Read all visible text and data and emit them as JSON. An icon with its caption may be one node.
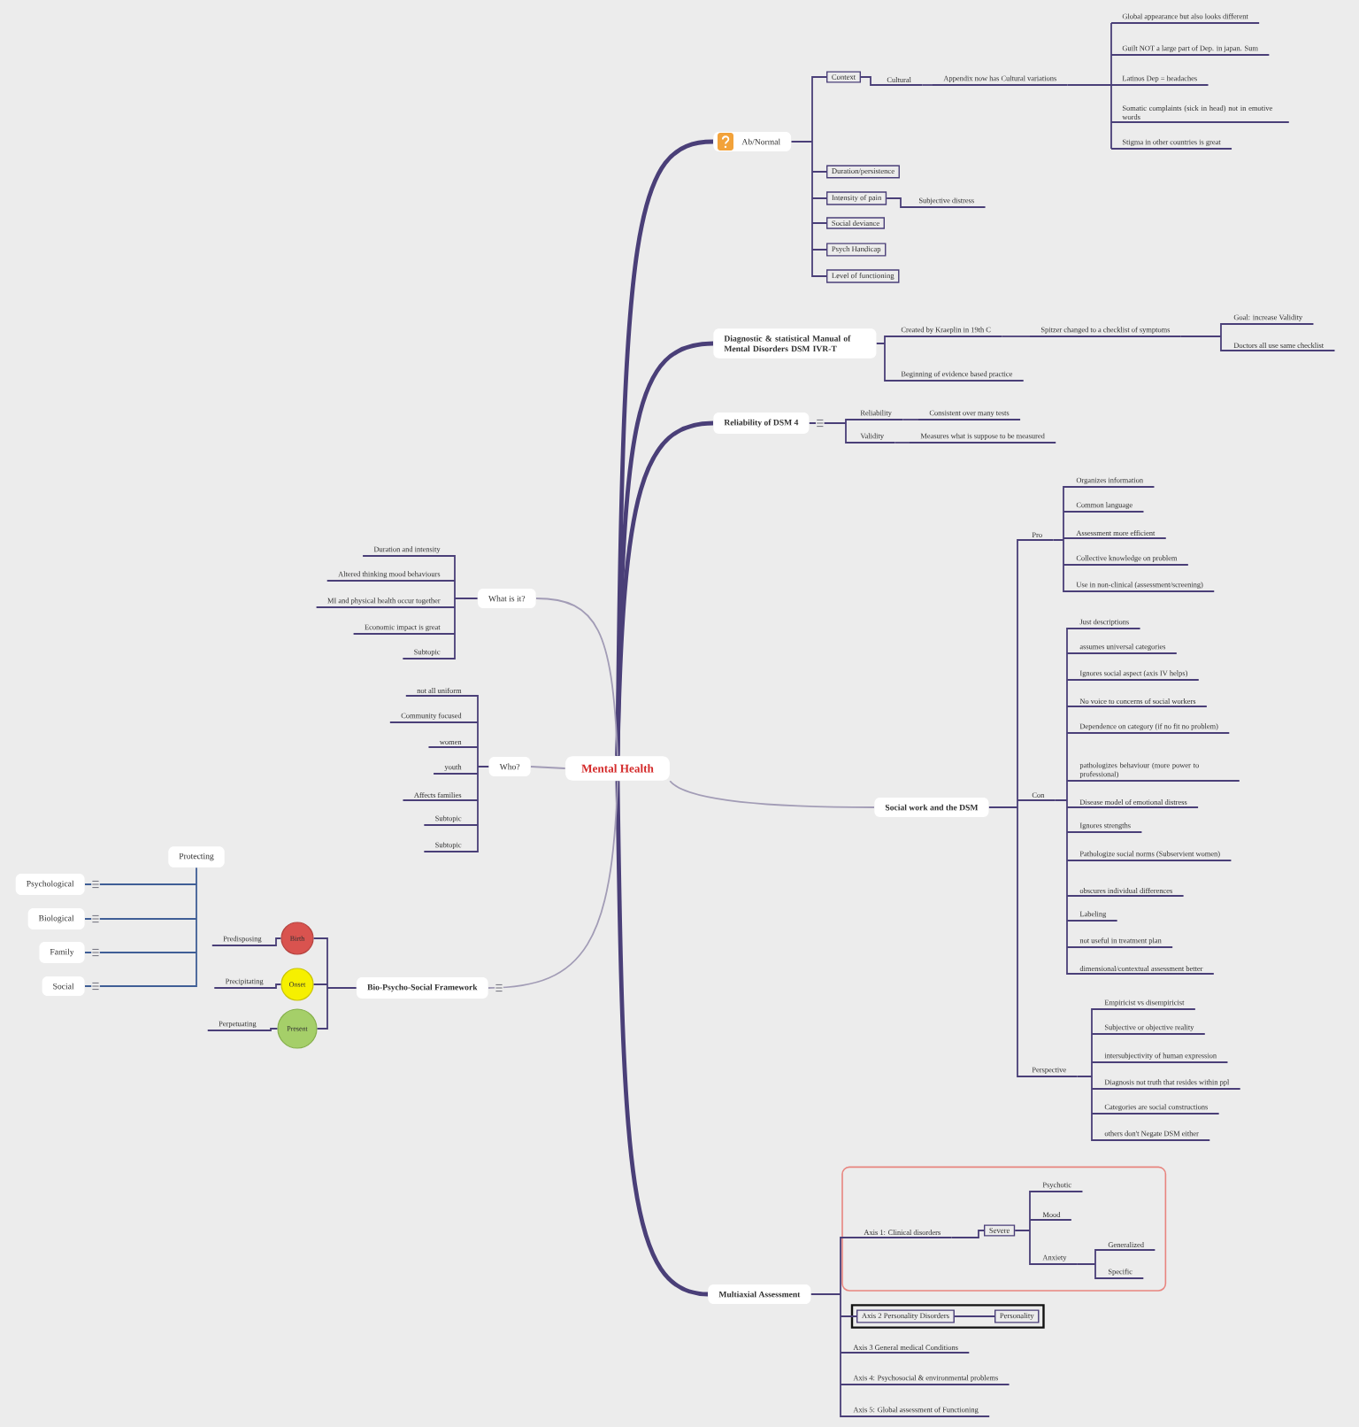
{
  "diagram": {
    "nodes": [
      {
        "text": [
          "Mental Health"
        ]
      },
      {
        "text": [
          "Ab/Normal"
        ]
      },
      {
        "text": [
          "Context"
        ]
      },
      {
        "text": [
          "Cultural"
        ]
      },
      {
        "text": [
          "Appendix now has Cultural variations"
        ]
      },
      {
        "text": [
          "Global appearance but also looks different"
        ]
      },
      {
        "text": [
          "Guilt NOT a large part of Dep. in japan. Sum"
        ]
      },
      {
        "text": [
          "Latinos Dep = headaches"
        ]
      },
      {
        "text": [
          "Somatic complaints (sick in head) not in emotive words"
        ]
      },
      {
        "text": [
          "Stigma in other countries is great"
        ]
      },
      {
        "text": [
          "Duration/persistence"
        ]
      },
      {
        "text": [
          "Intensity of pain"
        ]
      },
      {
        "text": [
          "Subjective distress"
        ]
      },
      {
        "text": [
          "Social deviance"
        ]
      },
      {
        "text": [
          "Psych Handicap"
        ]
      },
      {
        "text": [
          "Level of functioning"
        ]
      },
      {
        "text": [
          "Diagnostic & statistical Manual of Mental Disorders DSM IVR-T"
        ]
      },
      {
        "text": [
          "Created by Kraeplin in 19th C"
        ]
      },
      {
        "text": [
          "Spitzer changed to a checklist of symptoms"
        ]
      },
      {
        "text": [
          "Goal: increase Validity"
        ]
      },
      {
        "text": [
          "Doctors all use same checklist"
        ]
      },
      {
        "text": [
          "Beginning of evidence based practice"
        ]
      },
      {
        "text": [
          "Reliability of DSM 4"
        ]
      },
      {
        "text": [
          "Reliability"
        ]
      },
      {
        "text": [
          "Consistent over many tests"
        ]
      },
      {
        "text": [
          "Validity"
        ]
      },
      {
        "text": [
          "Measures what is suppose to be measured"
        ]
      },
      {
        "text": [
          "Social work and the DSM"
        ]
      },
      {
        "text": [
          "Pro"
        ]
      },
      {
        "text": [
          "Organizes information"
        ]
      },
      {
        "text": [
          "Common language"
        ]
      },
      {
        "text": [
          "Assessment more efficient"
        ]
      },
      {
        "text": [
          "Collective knowledge on problem"
        ]
      },
      {
        "text": [
          "Use in non-clinical (assessment/screening)"
        ]
      },
      {
        "text": [
          "Con"
        ]
      },
      {
        "text": [
          "Just descriptions"
        ]
      },
      {
        "text": [
          "assumes universal categories"
        ]
      },
      {
        "text": [
          "Ignores social aspect (axis IV helps)"
        ]
      },
      {
        "text": [
          "No voice to concerns of social workers"
        ]
      },
      {
        "text": [
          "Dependence on category (if no fit no problem)"
        ]
      },
      {
        "text": [
          "pathologizes behaviour (more power to professional)"
        ]
      },
      {
        "text": [
          "Disease model of emotional distress"
        ]
      },
      {
        "text": [
          "Ignores strengths"
        ]
      },
      {
        "text": [
          "Pathologize social norms (Subservient women)"
        ]
      },
      {
        "text": [
          "obscures individual differences"
        ]
      },
      {
        "text": [
          "Labeling"
        ]
      },
      {
        "text": [
          "not useful in treatment plan"
        ]
      },
      {
        "text": [
          "dimensional/contextual assessment better"
        ]
      },
      {
        "text": [
          "Perspective"
        ]
      },
      {
        "text": [
          "Empiricist vs disempiricist"
        ]
      },
      {
        "text": [
          "Subjective or objective reality"
        ]
      },
      {
        "text": [
          "intersubjectivity of human expression"
        ]
      },
      {
        "text": [
          "Diagnosis not truth that resides within ppl"
        ]
      },
      {
        "text": [
          "Categories are social constructions"
        ]
      },
      {
        "text": [
          "others don't Negate DSM either"
        ]
      },
      {
        "text": [
          "Multiaxial Assessment"
        ]
      },
      {
        "text": [],
        "shape": "box"
      },
      {
        "text": [
          "Axis 1: Clinical disorders"
        ],
        "in": 56
      },
      {
        "text": [
          "Severe"
        ],
        "in": 56
      },
      {
        "text": [
          "Psychotic"
        ],
        "in": 56
      },
      {
        "text": [
          "Mood"
        ],
        "in": 56
      },
      {
        "text": [
          "Anxiety"
        ],
        "in": 56
      },
      {
        "text": [
          "Generalized"
        ],
        "in": 56
      },
      {
        "text": [
          "Specific"
        ],
        "in": 56
      },
      {
        "text": [],
        "shape": "box"
      },
      {
        "text": [
          "Axis 2 Personality Disorders"
        ],
        "in": 64
      },
      {
        "text": [
          "Personality"
        ],
        "in": 64
      },
      {
        "text": [
          "Axis 3 General medical Conditions"
        ]
      },
      {
        "text": [
          "Axis 4: Psychosocial & environmental problems"
        ]
      },
      {
        "text": [
          "Axis 5: Global assessment of Functioning"
        ]
      },
      {
        "text": [
          "What is it?"
        ]
      },
      {
        "text": [
          "Duration and intensity"
        ]
      },
      {
        "text": [
          "Altered thinking mood behaviours"
        ]
      },
      {
        "text": [
          "MI and physical health occur together"
        ]
      },
      {
        "text": [
          "Economic impact is great"
        ]
      },
      {
        "text": [
          "Subtopic"
        ]
      },
      {
        "text": [
          "Who?"
        ]
      },
      {
        "text": [
          "not all uniform"
        ]
      },
      {
        "text": [
          "Community focused"
        ]
      },
      {
        "text": [
          "women"
        ]
      },
      {
        "text": [
          "youth"
        ]
      },
      {
        "text": [
          "Affects families"
        ]
      },
      {
        "text": [
          "Subtopic"
        ]
      },
      {
        "text": [
          "Subtopic"
        ]
      },
      {
        "text": [
          "Bio-Psycho-Social Framework"
        ]
      },
      {
        "text": [
          "Birth"
        ]
      },
      {
        "text": [
          "Predisposing"
        ]
      },
      {
        "text": [
          "Onset"
        ]
      },
      {
        "text": [
          "Precipitating"
        ]
      },
      {
        "text": [
          "Present"
        ]
      },
      {
        "text": [
          "Perpetuating"
        ]
      },
      {
        "text": [
          "Protecting"
        ]
      },
      {
        "text": [
          "Psychological"
        ]
      },
      {
        "text": [
          "Biological"
        ]
      },
      {
        "text": [
          "Family"
        ]
      },
      {
        "text": [
          "Social"
        ]
      }
    ],
    "edges": [
      {
        "from": 0,
        "to": 1,
        "arrow": "none",
        "style": "thick"
      },
      {
        "from": 0,
        "to": 16,
        "arrow": "none",
        "style": "thick"
      },
      {
        "from": 0,
        "to": 22,
        "arrow": "none",
        "style": "thick"
      },
      {
        "from": 0,
        "to": 27,
        "arrow": "none",
        "color": "#a29cb6"
      },
      {
        "from": 0,
        "to": 55,
        "arrow": "none",
        "style": "thick"
      },
      {
        "from": 0,
        "to": 70,
        "arrow": "none",
        "color": "#a29cb6"
      },
      {
        "from": 0,
        "to": 76,
        "arrow": "none",
        "color": "#a29cb6"
      },
      {
        "from": 0,
        "to": 84,
        "arrow": "none",
        "color": "#a29cb6"
      },
      {
        "from": 1,
        "to": 2,
        "arrow": "none"
      },
      {
        "from": 1,
        "to": 10,
        "arrow": "none"
      },
      {
        "from": 1,
        "to": 11,
        "arrow": "none"
      },
      {
        "from": 1,
        "to": 13,
        "arrow": "none"
      },
      {
        "from": 1,
        "to": 14,
        "arrow": "none"
      },
      {
        "from": 1,
        "to": 15,
        "arrow": "none"
      },
      {
        "from": 2,
        "to": 3,
        "arrow": "none"
      },
      {
        "from": 3,
        "to": 4,
        "arrow": "none"
      },
      {
        "from": 4,
        "to": 5,
        "arrow": "none"
      },
      {
        "from": 4,
        "to": 6,
        "arrow": "none"
      },
      {
        "from": 4,
        "to": 7,
        "arrow": "none"
      },
      {
        "from": 4,
        "to": 8,
        "arrow": "none"
      },
      {
        "from": 4,
        "to": 9,
        "arrow": "none"
      },
      {
        "from": 11,
        "to": 12,
        "arrow": "none"
      },
      {
        "from": 16,
        "to": 17,
        "arrow": "none"
      },
      {
        "from": 16,
        "to": 21,
        "arrow": "none"
      },
      {
        "from": 17,
        "to": 18,
        "arrow": "none"
      },
      {
        "from": 18,
        "to": 19,
        "arrow": "none"
      },
      {
        "from": 18,
        "to": 20,
        "arrow": "none"
      },
      {
        "from": 22,
        "to": 23,
        "arrow": "none"
      },
      {
        "from": 22,
        "to": 25,
        "arrow": "none"
      },
      {
        "from": 23,
        "to": 24,
        "arrow": "none"
      },
      {
        "from": 25,
        "to": 26,
        "arrow": "none"
      },
      {
        "from": 27,
        "to": 28,
        "arrow": "none"
      },
      {
        "from": 27,
        "to": 34,
        "arrow": "none"
      },
      {
        "from": 27,
        "to": 48,
        "arrow": "none"
      },
      {
        "from": 28,
        "to": 29,
        "arrow": "none"
      },
      {
        "from": 28,
        "to": 30,
        "arrow": "none"
      },
      {
        "from": 28,
        "to": 31,
        "arrow": "none"
      },
      {
        "from": 28,
        "to": 32,
        "arrow": "none"
      },
      {
        "from": 28,
        "to": 33,
        "arrow": "none"
      },
      {
        "from": 34,
        "to": 35,
        "arrow": "none"
      },
      {
        "from": 34,
        "to": 36,
        "arrow": "none"
      },
      {
        "from": 34,
        "to": 37,
        "arrow": "none"
      },
      {
        "from": 34,
        "to": 38,
        "arrow": "none"
      },
      {
        "from": 34,
        "to": 39,
        "arrow": "none"
      },
      {
        "from": 34,
        "to": 40,
        "arrow": "none"
      },
      {
        "from": 34,
        "to": 41,
        "arrow": "none"
      },
      {
        "from": 34,
        "to": 42,
        "arrow": "none"
      },
      {
        "from": 34,
        "to": 43,
        "arrow": "none"
      },
      {
        "from": 34,
        "to": 44,
        "arrow": "none"
      },
      {
        "from": 34,
        "to": 45,
        "arrow": "none"
      },
      {
        "from": 34,
        "to": 46,
        "arrow": "none"
      },
      {
        "from": 34,
        "to": 47,
        "arrow": "none"
      },
      {
        "from": 48,
        "to": 49,
        "arrow": "none"
      },
      {
        "from": 48,
        "to": 50,
        "arrow": "none"
      },
      {
        "from": 48,
        "to": 51,
        "arrow": "none"
      },
      {
        "from": 48,
        "to": 52,
        "arrow": "none"
      },
      {
        "from": 48,
        "to": 53,
        "arrow": "none"
      },
      {
        "from": 48,
        "to": 54,
        "arrow": "none"
      },
      {
        "from": 55,
        "to": 57,
        "arrow": "none"
      },
      {
        "from": 55,
        "to": 65,
        "arrow": "none"
      },
      {
        "from": 55,
        "to": 67,
        "arrow": "none"
      },
      {
        "from": 55,
        "to": 68,
        "arrow": "none"
      },
      {
        "from": 55,
        "to": 69,
        "arrow": "none"
      },
      {
        "from": 57,
        "to": 58,
        "arrow": "none"
      },
      {
        "from": 58,
        "to": 59,
        "arrow": "none"
      },
      {
        "from": 58,
        "to": 60,
        "arrow": "none"
      },
      {
        "from": 58,
        "to": 61,
        "arrow": "none"
      },
      {
        "from": 61,
        "to": 62,
        "arrow": "none"
      },
      {
        "from": 61,
        "to": 63,
        "arrow": "none"
      },
      {
        "from": 65,
        "to": 66,
        "arrow": "none"
      },
      {
        "from": 70,
        "to": 71,
        "arrow": "none"
      },
      {
        "from": 70,
        "to": 72,
        "arrow": "none"
      },
      {
        "from": 70,
        "to": 73,
        "arrow": "none"
      },
      {
        "from": 70,
        "to": 74,
        "arrow": "none"
      },
      {
        "from": 70,
        "to": 75,
        "arrow": "none"
      },
      {
        "from": 76,
        "to": 77,
        "arrow": "none"
      },
      {
        "from": 76,
        "to": 78,
        "arrow": "none"
      },
      {
        "from": 76,
        "to": 79,
        "arrow": "none"
      },
      {
        "from": 76,
        "to": 80,
        "arrow": "none"
      },
      {
        "from": 76,
        "to": 81,
        "arrow": "none"
      },
      {
        "from": 76,
        "to": 82,
        "arrow": "none"
      },
      {
        "from": 76,
        "to": 83,
        "arrow": "none"
      },
      {
        "from": 84,
        "to": 85,
        "arrow": "none"
      },
      {
        "from": 84,
        "to": 87,
        "arrow": "none"
      },
      {
        "from": 84,
        "to": 89,
        "arrow": "none"
      },
      {
        "from": 85,
        "to": 86,
        "arrow": "none"
      },
      {
        "from": 87,
        "to": 88,
        "arrow": "none"
      },
      {
        "from": 89,
        "to": 90,
        "arrow": "none"
      },
      {
        "from": 91,
        "to": 92,
        "arrow": "none",
        "color": "#3f5e96"
      },
      {
        "from": 91,
        "to": 93,
        "arrow": "none",
        "color": "#3f5e96"
      },
      {
        "from": 91,
        "to": 94,
        "arrow": "none",
        "color": "#3f5e96"
      },
      {
        "from": 91,
        "to": 95,
        "arrow": "none",
        "color": "#3f5e96"
      }
    ]
  }
}
